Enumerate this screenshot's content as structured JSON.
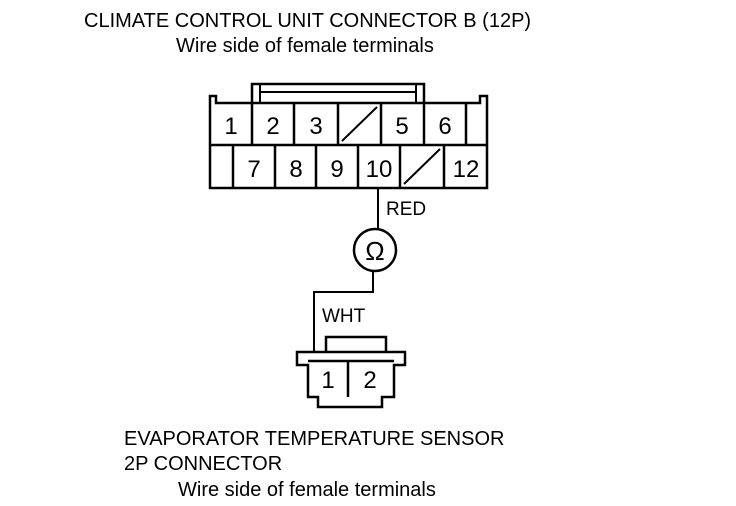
{
  "top_connector": {
    "title": "CLIMATE CONTROL UNIT CONNECTOR B (12P)",
    "subtitle": "Wire side of female terminals",
    "pins_row1": [
      "1",
      "2",
      "3",
      "5",
      "6"
    ],
    "pins_row2": [
      "7",
      "8",
      "9",
      "10",
      "12"
    ]
  },
  "wires": {
    "red_label": "RED",
    "wht_label": "WHT"
  },
  "meter": {
    "symbol": "Ω"
  },
  "bottom_connector": {
    "title_line1": "EVAPORATOR TEMPERATURE SENSOR",
    "title_line2": "2P CONNECTOR",
    "subtitle": "Wire side of female terminals",
    "pins": [
      "1",
      "2"
    ]
  }
}
